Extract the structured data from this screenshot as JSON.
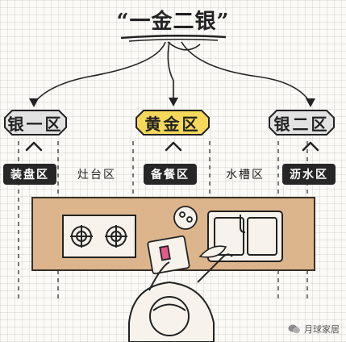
{
  "title": "“一金二银”",
  "zones": [
    {
      "label": "银一区",
      "style": "silver"
    },
    {
      "label": "黄金区",
      "style": "gold"
    },
    {
      "label": "银二区",
      "style": "silver"
    }
  ],
  "areas": [
    {
      "label": "装盘区",
      "style": "dark"
    },
    {
      "label": "灶台区",
      "style": "plain"
    },
    {
      "label": "备餐区",
      "style": "dark"
    },
    {
      "label": "水槽区",
      "style": "plain"
    },
    {
      "label": "沥水区",
      "style": "dark"
    }
  ],
  "colors": {
    "gold": "#f6d85a",
    "silver": "#e2e2e2",
    "counter": "#dcb58c",
    "ink": "#262626"
  },
  "watermark": {
    "text": "月球家居",
    "icon": "wechat-icon"
  }
}
